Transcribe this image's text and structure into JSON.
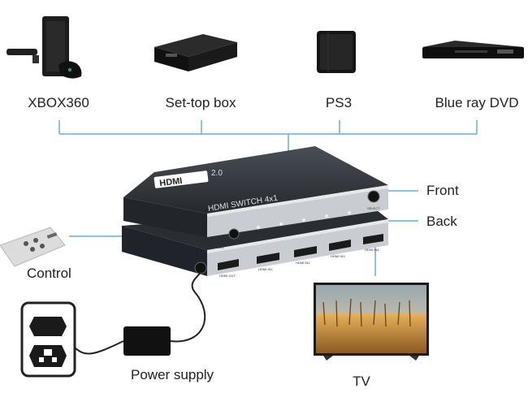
{
  "sources": [
    {
      "label": "XBOX360",
      "icon": "xbox360-console-icon"
    },
    {
      "label": "Set-top box",
      "icon": "set-top-box-icon"
    },
    {
      "label": "PS3",
      "icon": "ps3-console-icon"
    },
    {
      "label": "Blue ray DVD",
      "icon": "bluray-dvd-player-icon"
    }
  ],
  "device": {
    "brand": "HDMI",
    "version": "2.0",
    "model_text": "HDMI SWITCH 4x1",
    "front_label": "Front",
    "back_label": "Back",
    "select_text": "SELECT",
    "power_text": "Power",
    "port_labels": [
      "HDMI OUT",
      "HDMI IN1",
      "HDMI IN2",
      "HDMI IN3",
      "HDMI IN4"
    ],
    "led_labels": [
      "OUT",
      "IN1",
      "IN2",
      "IN3",
      "IN4"
    ]
  },
  "control_label": "Control",
  "power_label": "Power supply",
  "tv_label": "TV",
  "colors": {
    "line": "#6aaed8",
    "body": "#33373c",
    "panel": "#c9ccd0",
    "background": "#ffffff"
  }
}
